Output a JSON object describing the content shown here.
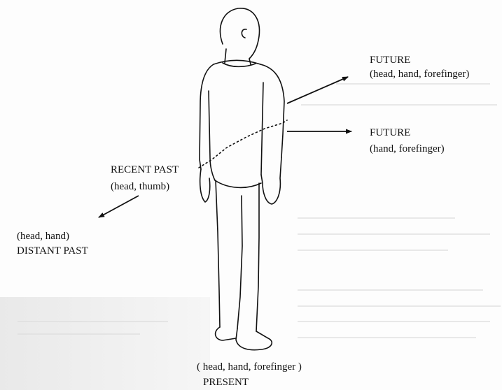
{
  "labels": {
    "future_upper_title": "FUTURE",
    "future_upper_detail": "(head, hand, forefinger)",
    "future_lower_title": "FUTURE",
    "future_lower_detail": "(hand, forefinger)",
    "recent_past_title": "RECENT PAST",
    "recent_past_detail": "(head, thumb)",
    "distant_past_detail": "(head, hand)",
    "distant_past_title": "DISTANT PAST",
    "present_detail": "( head, hand, forefinger )",
    "present_title": "PRESENT"
  },
  "colors": {
    "ink": "#111111",
    "paper": "#fdfdfd",
    "show_through": "#e6e6e6"
  }
}
